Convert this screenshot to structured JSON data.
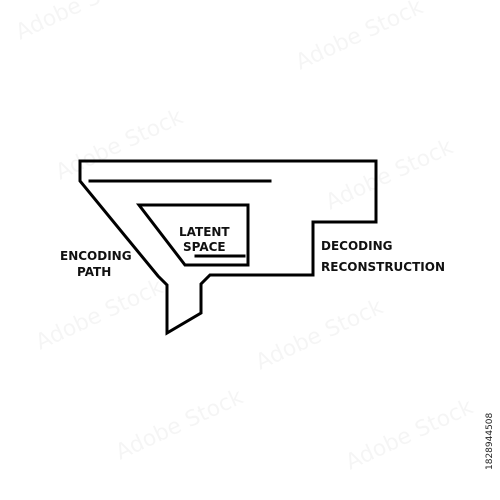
{
  "diagram": {
    "labels": {
      "latent_space_line1": "LATENT",
      "latent_space_line2": "SPACE",
      "encoding_line1": "ENCODING",
      "encoding_line2": "PATH",
      "decoding_line1": "DECODING",
      "decoding_line2": "RECONSTRUCTION"
    },
    "stroke_color": "#000000",
    "background_color": "#ffffff"
  },
  "stock": {
    "image_id": "1828944508",
    "watermark_text": "Adobe Stock"
  }
}
